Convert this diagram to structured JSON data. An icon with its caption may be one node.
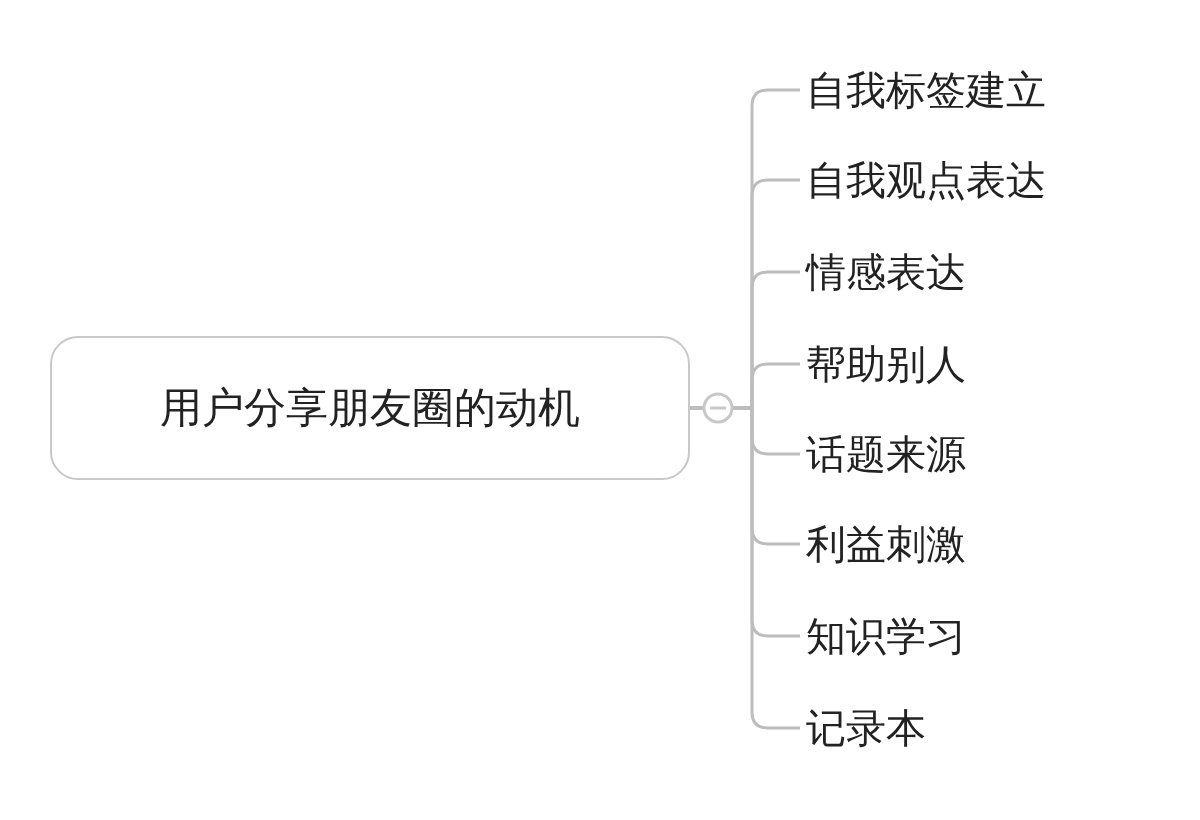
{
  "diagram": {
    "nodes": [
      {
        "text": [
          "用户分享朋友圈的动机"
        ]
      },
      {
        "text": [
          "自我标签建立"
        ]
      },
      {
        "text": [
          "自我观点表达"
        ]
      },
      {
        "text": [
          "情感表达"
        ]
      },
      {
        "text": [
          "帮助别人"
        ]
      },
      {
        "text": [
          "话题来源"
        ]
      },
      {
        "text": [
          "利益刺激"
        ]
      },
      {
        "text": [
          "知识学习"
        ]
      },
      {
        "text": [
          "记录本"
        ]
      }
    ],
    "edges": [
      {
        "from": 0,
        "to": 1,
        "arrow": "none"
      },
      {
        "from": 0,
        "to": 2,
        "arrow": "none"
      },
      {
        "from": 0,
        "to": 3,
        "arrow": "none"
      },
      {
        "from": 0,
        "to": 4,
        "arrow": "none"
      },
      {
        "from": 0,
        "to": 5,
        "arrow": "none"
      },
      {
        "from": 0,
        "to": 6,
        "arrow": "none"
      },
      {
        "from": 0,
        "to": 7,
        "arrow": "none"
      },
      {
        "from": 0,
        "to": 8,
        "arrow": "none"
      }
    ]
  }
}
